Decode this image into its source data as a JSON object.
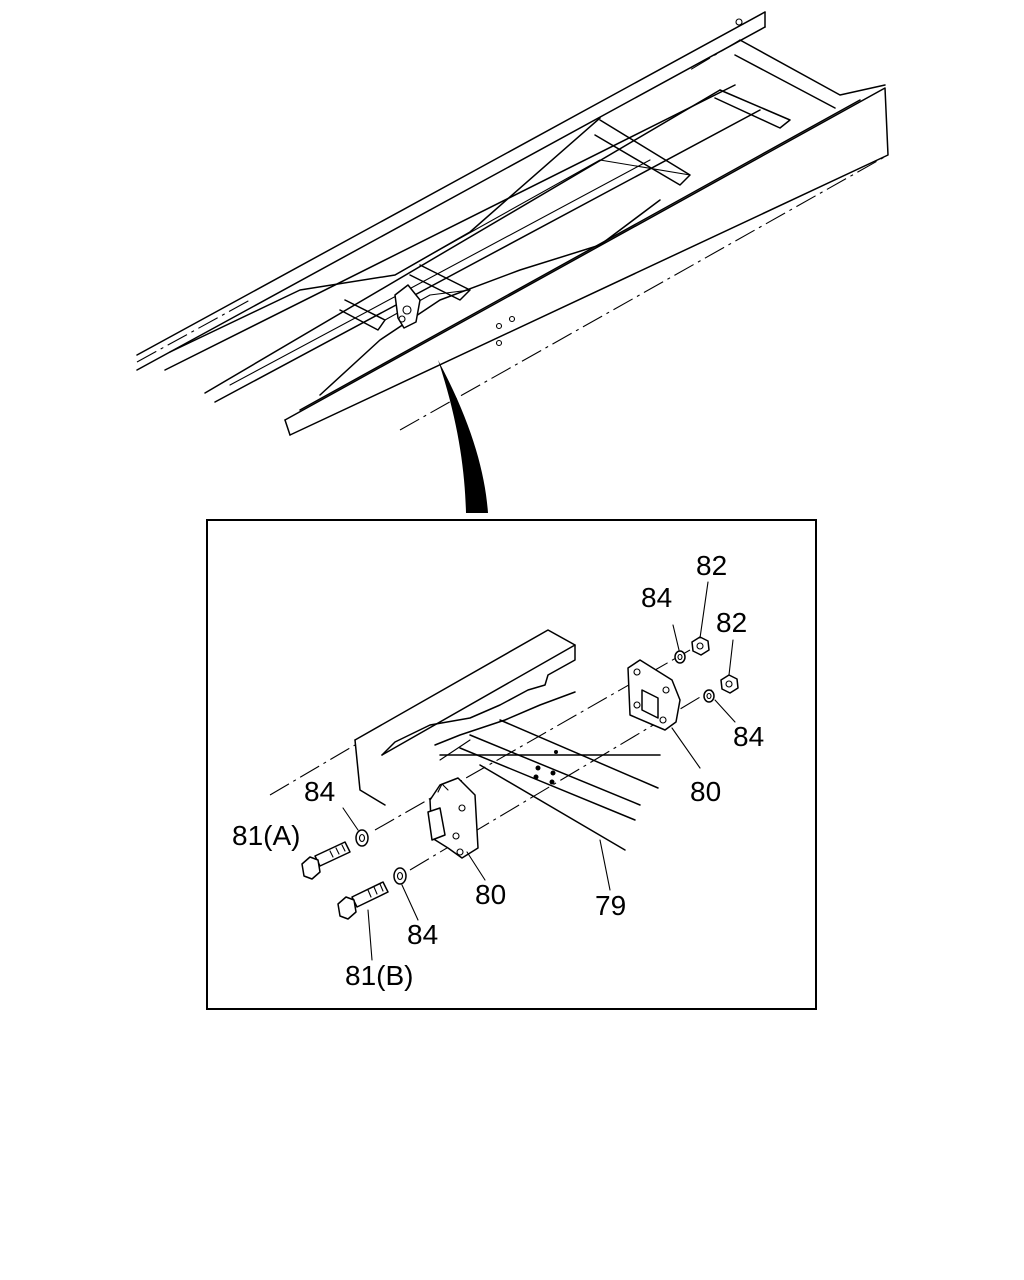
{
  "callouts": {
    "c84_top": "84",
    "c82_top": "82",
    "c82_mid": "82",
    "c84_right": "84",
    "c80_right": "80",
    "c84_left": "84",
    "c81a": "81(A)",
    "c80_left": "80",
    "c79": "79",
    "c84_bottom": "84",
    "c81b": "81(B)"
  }
}
